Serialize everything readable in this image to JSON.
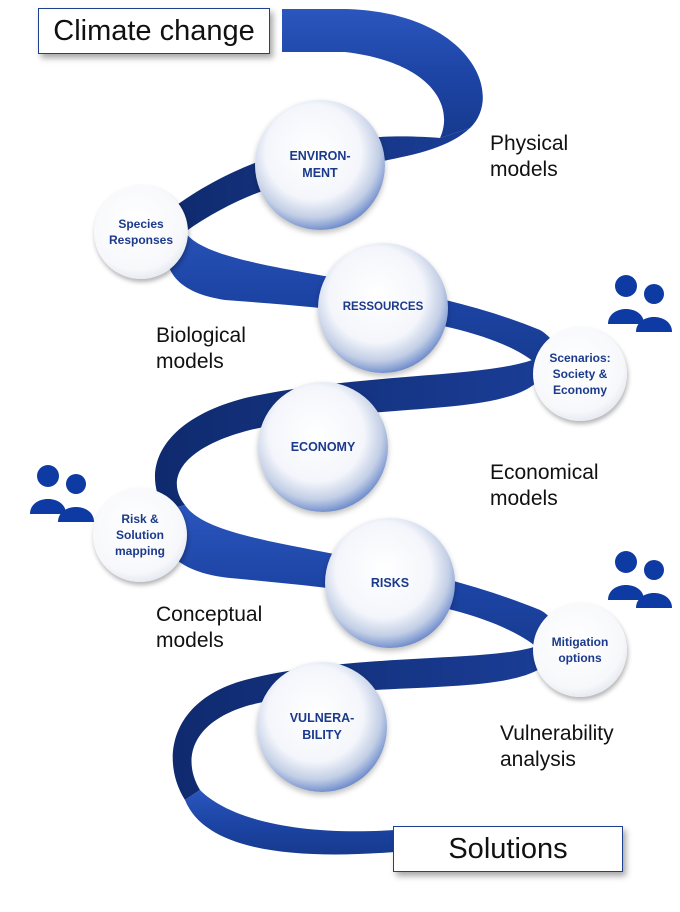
{
  "title": "Climate change",
  "end_label": "Solutions",
  "core_nodes": [
    {
      "label": "ENVIRON-\nMENT"
    },
    {
      "label": "RESSOURCES"
    },
    {
      "label": "ECONOMY"
    },
    {
      "label": "RISKS"
    },
    {
      "label": "VULNERA-\nBILITY"
    }
  ],
  "side_nodes": [
    {
      "label": "Species Responses"
    },
    {
      "label": "Scenarios: Society & Economy"
    },
    {
      "label": "Risk & Solution mapping"
    },
    {
      "label": "Mitigation options"
    }
  ],
  "model_labels": [
    "Physical\nmodels",
    "Biological\nmodels",
    "Economical\nmodels",
    "Conceptual\nmodels",
    "Vulnerability\nanalysis"
  ],
  "icons": [
    "people-icon",
    "people-icon",
    "people-icon"
  ],
  "colors": {
    "ribbon": "#1d45a6",
    "ribbon_dark": "#13307a",
    "node_text": "#1b3a8c"
  }
}
